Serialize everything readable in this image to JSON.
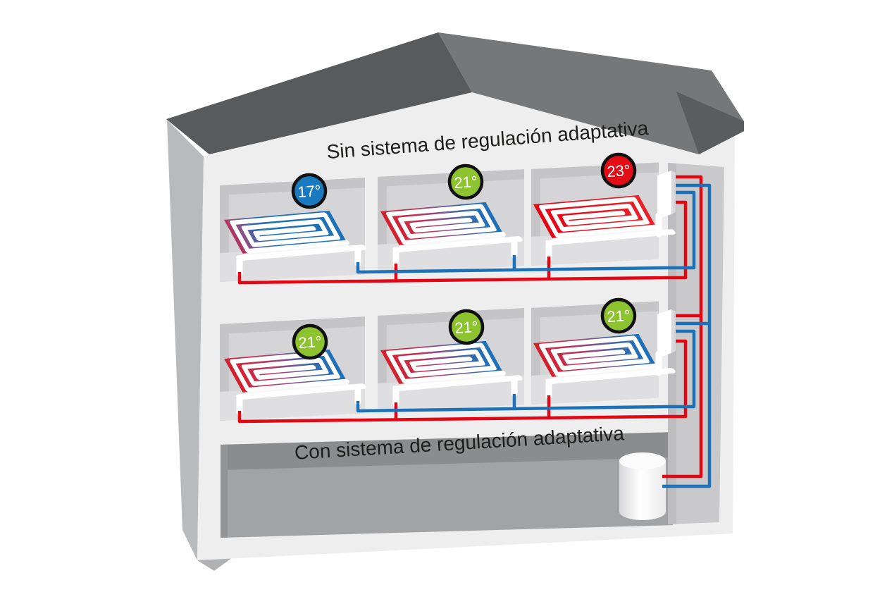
{
  "titles": {
    "without_system": "Sin sistema de regulación adaptativa",
    "with_system": "Con sistema de regulación adaptativa"
  },
  "rooms": {
    "upper": [
      {
        "temp": "17°",
        "badge_color": "#1a7ac0"
      },
      {
        "temp": "21°",
        "badge_color": "#8cc32f"
      },
      {
        "temp": "23°",
        "badge_color": "#e30d16"
      }
    ],
    "lower": [
      {
        "temp": "21°",
        "badge_color": "#8cc32f"
      },
      {
        "temp": "21°",
        "badge_color": "#8cc32f"
      },
      {
        "temp": "21°",
        "badge_color": "#8cc32f"
      }
    ]
  },
  "pipes": {
    "supply_color": "#e30613",
    "return_color": "#1d71b8"
  }
}
